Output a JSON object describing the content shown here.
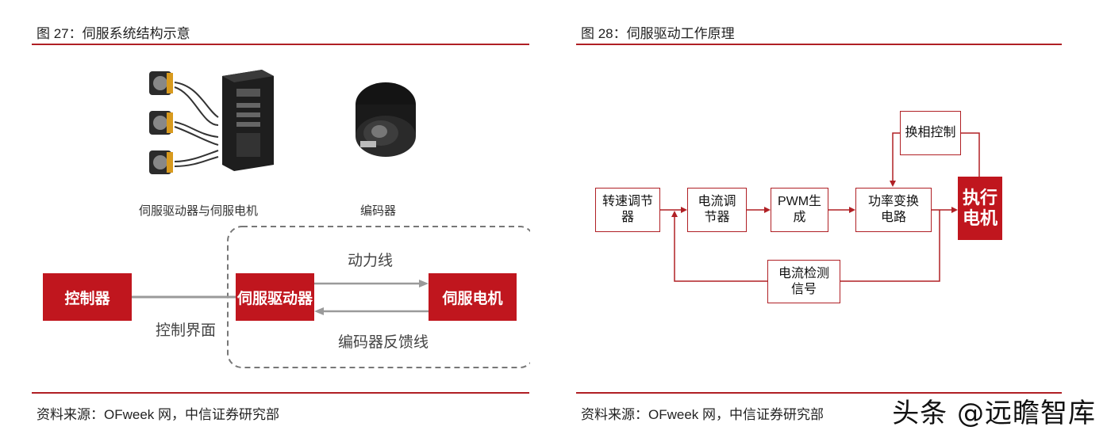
{
  "left": {
    "title": "图 27：伺服系统结构示意",
    "photo_captions": {
      "driver_motor": "伺服驱动器与伺服电机",
      "encoder": "编码器"
    },
    "boxes": {
      "controller": "控制器",
      "driver": "伺服驱动器",
      "motor": "伺服电机"
    },
    "labels": {
      "power_line": "动力线",
      "control_interface": "控制界面",
      "encoder_feedback": "编码器反馈线"
    },
    "source": "资料来源：OFweek 网，中信证券研究部"
  },
  "right": {
    "title": "图 28：伺服驱动工作原理",
    "boxes": {
      "speed_reg": [
        "转速调节",
        "器"
      ],
      "current_reg": [
        "电流调",
        "节器"
      ],
      "pwm": [
        "PWM生",
        "成"
      ],
      "power_conv": [
        "功率变换",
        "电路"
      ],
      "commutation": [
        "换相控制"
      ],
      "current_detect": [
        "电流检测",
        "信号"
      ],
      "motor": [
        "执行",
        "电机"
      ]
    },
    "source": "资料来源：OFweek 网，中信证券研究部"
  },
  "watermark": "头条 @远瞻智库",
  "colors": {
    "accent": "#c0161e",
    "rule": "#b01f24"
  }
}
